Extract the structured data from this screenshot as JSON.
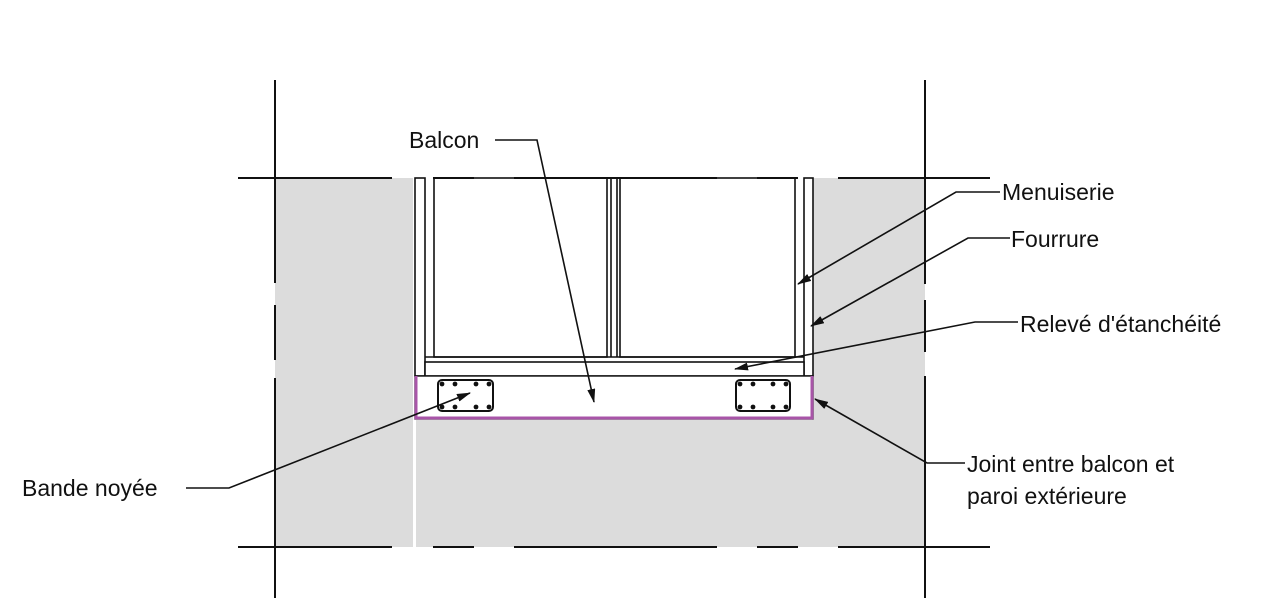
{
  "diagram": {
    "type": "architectural-section-plan",
    "colors": {
      "wall_fill": "#dcdcdc",
      "line": "#111111",
      "waterproofing": "#a855a8",
      "background": "#ffffff"
    },
    "labels": {
      "balcon": "Balcon",
      "menuiserie": "Menuiserie",
      "fourrure": "Fourrure",
      "releve": "Relevé d'étanchéité",
      "bande": "Bande noyée",
      "joint_line1": "Joint entre balcon et",
      "joint_line2": "paroi extérieure"
    }
  }
}
